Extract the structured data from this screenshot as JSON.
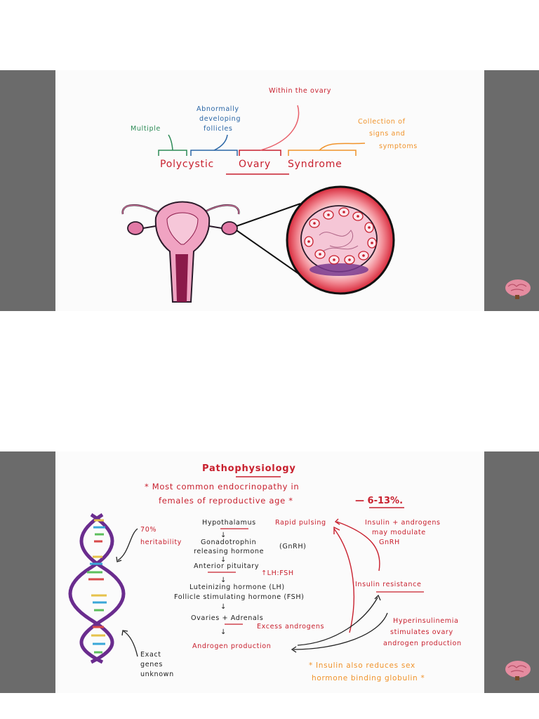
{
  "slide1": {
    "word_polycystic": "Polycystic",
    "word_ovary": "Ovary",
    "word_syndrome": "Syndrome",
    "label_multiple": "Multiple",
    "label_abnormally": [
      "Abnormally",
      "developing",
      "follicles"
    ],
    "label_within": "Within the ovary",
    "label_collection": [
      "Collection of",
      "signs and",
      "symptoms"
    ]
  },
  "slide2": {
    "title": "Pathophysiology",
    "subtitle_line1": "* Most common endocrinopathy in",
    "subtitle_line2": "females of reproductive age *",
    "subtitle_pct": "— 6-13%.",
    "heritability": [
      "70%",
      "heritability"
    ],
    "exact_genes": [
      "Exact",
      "genes",
      "unknown"
    ],
    "hypothalamus": "Hypothalamus",
    "rapid_pulsing": "Rapid pulsing",
    "gnrh_line1": "Gonadotrophin",
    "gnrh_line2": "releasing hormone",
    "gnrh_abbr": "(GnRH)",
    "anterior_pituitary": "Anterior pituitary",
    "lh_fsh_ratio": "↑LH:FSH",
    "lh_line": "Luteinizing hormone  (LH)",
    "fsh_line": "Follicle stimulating hormone (FSH)",
    "ovaries": "Ovaries + Adrenals",
    "excess_androgens": "Excess androgens",
    "androgen_production": "Androgen production",
    "insulin_androgens": [
      "Insulin + androgens",
      "may modulate",
      "GnRH"
    ],
    "insulin_resistance": "Insulin resistance",
    "hyperinsulinemia": [
      "Hyperinsulinemia",
      "stimulates ovary",
      "androgen production"
    ],
    "shbg_line1": "* Insulin also reduces sex",
    "shbg_line2": "hormone binding globulin *",
    "arrow": "↓"
  },
  "colors": {
    "red": "#c8202e",
    "green": "#2e8b57",
    "blue": "#2a66a6",
    "orange": "#f0932b",
    "pink": "#e27aa6",
    "maroon": "#8b1a4a",
    "purple": "#6a2c8e"
  },
  "icons": {
    "logo": "brain-icon",
    "dna": "dna-helix-icon"
  }
}
